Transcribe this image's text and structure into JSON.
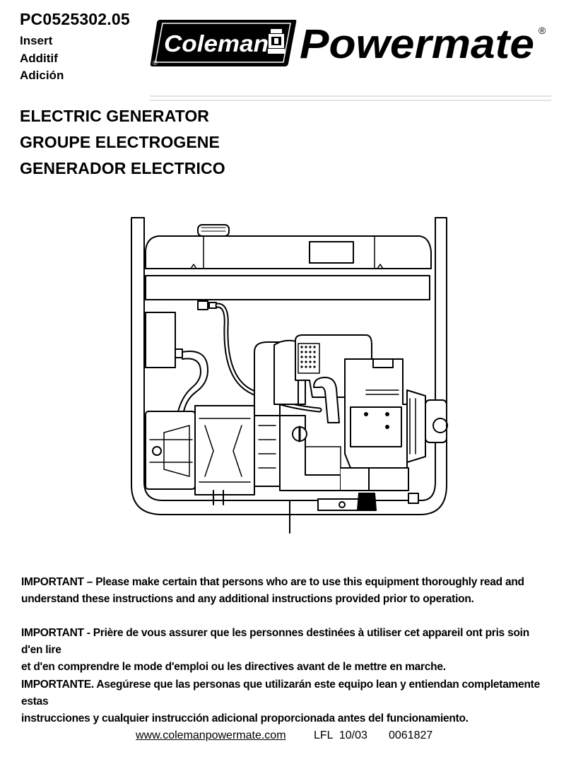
{
  "header": {
    "part_number": "PC0525302.05",
    "insert_labels": [
      "Insert",
      "Additif",
      "Adición"
    ]
  },
  "logo": {
    "brand_left": "Coleman",
    "brand_right": "Powermate",
    "registered_mark": "®"
  },
  "titles": [
    "ELECTRIC GENERATOR",
    "GROUPE ELECTROGENE",
    "GENERADOR ELECTRICO"
  ],
  "notices": [
    {
      "line1": "IMPORTANT – Please make certain that persons who are to use this equipment thoroughly read and",
      "line2": "understand these instructions and any additional instructions provided prior to operation."
    },
    {
      "line1": "IMPORTANT - Prière de vous assurer que les personnes destinées à utiliser cet appareil ont pris soin d'en lire",
      "line2": "et d'en comprendre le mode d'emploi ou les directives avant de le mettre en marche."
    },
    {
      "line1": "IMPORTANTE.  Asegúrese que las personas que utilizarán este equipo lean y entiendan completamente estas",
      "line2": "instrucciones y cualquier instrucción adicional proporcionada antes del funcionamiento."
    }
  ],
  "footer": {
    "website": "www.colemanpowermate.com",
    "code": "LFL  10/03",
    "number": "0061827"
  }
}
